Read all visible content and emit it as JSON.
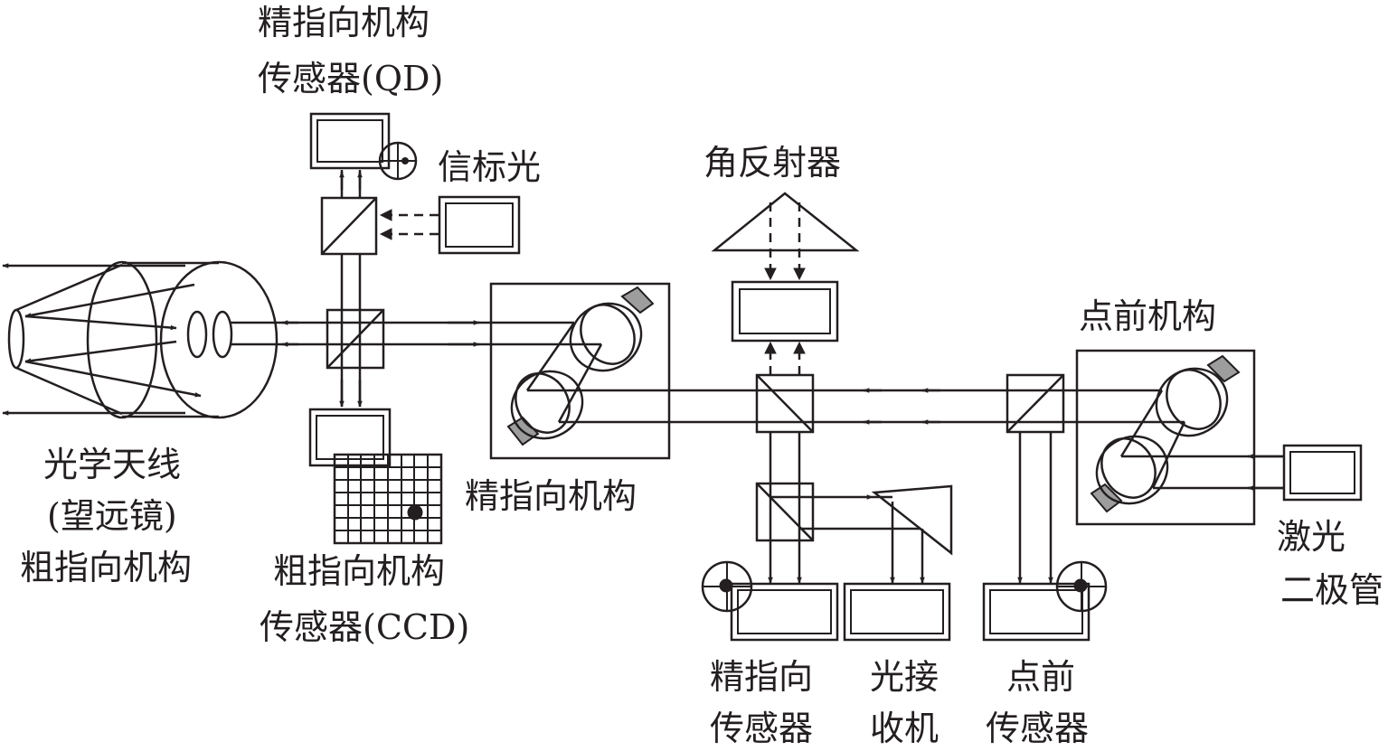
{
  "labels": {
    "fine_sensor_qd_1": "精指向机构",
    "fine_sensor_qd_2": "传感器(QD)",
    "beacon": "信标光",
    "corner_reflector": "角反射器",
    "point_ahead_mechanism": "点前机构",
    "optical_antenna_1": "光学天线",
    "optical_antenna_2": "(望远镜)",
    "optical_antenna_3": "粗指向机构",
    "fine_pointing_mechanism": "精指向机构",
    "coarse_sensor_1": "粗指向机构",
    "coarse_sensor_2": "传感器(CCD)",
    "fine_sensor_1": "精指向",
    "fine_sensor_2": "传感器",
    "optical_receiver_1": "光接",
    "optical_receiver_2": "收机",
    "point_ahead_sensor_1": "点前",
    "point_ahead_sensor_2": "传感器",
    "laser_diode_1": "激光",
    "laser_diode_2": "二极管"
  },
  "colors": {
    "ink": "#231f20",
    "mirror_gray": "#9d9d9d",
    "background": "#ffffff"
  }
}
